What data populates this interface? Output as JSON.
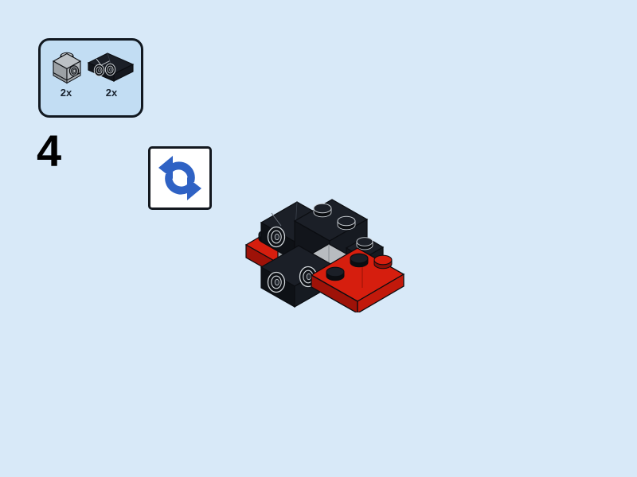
{
  "page": {
    "background_color": "#d8e9f8",
    "document_type": "lego-building-instructions"
  },
  "step": {
    "number": "4",
    "number_color": "#000000"
  },
  "parts_callout": {
    "box_fill": "#c2ddf3",
    "box_border_color": "#111820",
    "items": [
      {
        "quantity_label": "2x",
        "part_name": "brick-1x1-with-headlight-stud",
        "color_name": "light-bluish-gray",
        "color": "#a3a9ad"
      },
      {
        "quantity_label": "2x",
        "part_name": "bracket-1x2-with-two-side-studs",
        "color_name": "black",
        "color": "#14171c"
      }
    ]
  },
  "rotate_hint": {
    "icon_name": "rotate-model-icon",
    "arrow_color": "#2f62c4",
    "box_fill": "#ffffff",
    "box_border_color": "#13181f"
  },
  "model": {
    "name": "partial-build-assembly",
    "palette": {
      "red_top": "#d61e0e",
      "red_front": "#c2190b",
      "red_side": "#9e1208",
      "black_top": "#1b1f27",
      "black_front": "#12151b",
      "black_side": "#0b0d11",
      "gray_top": "#b8bcc0",
      "gray_front": "#a6abaf",
      "gray_side": "#8d9296",
      "outline": "#0b0d11"
    },
    "bricks": [
      {
        "part_name": "plate-2x4-red",
        "color": "red"
      },
      {
        "part_name": "plate-1x2-red",
        "color": "red"
      },
      {
        "part_name": "bracket-1x2-with-two-side-studs-black",
        "color": "black"
      },
      {
        "part_name": "brick-1x1-with-headlight-stud-gray",
        "color": "light-bluish-gray"
      },
      {
        "part_name": "brick-2x2-black",
        "color": "black"
      },
      {
        "part_name": "panel-gray",
        "color": "light-bluish-gray"
      }
    ]
  }
}
